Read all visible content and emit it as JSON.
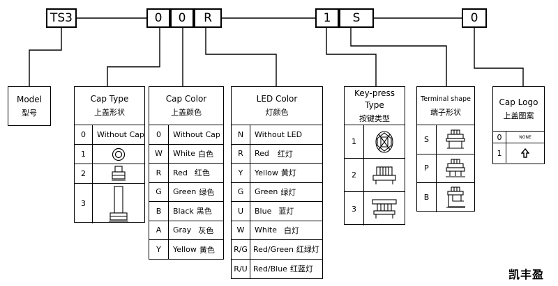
{
  "code": {
    "series": "TS3",
    "cap_type_digit": "0",
    "cap_color_digit": "0",
    "led_color_code": "R",
    "keypress_digit": "1",
    "terminal_code": "S",
    "logo_digit": "0"
  },
  "model": {
    "en": "Model",
    "zh": "型号"
  },
  "cap_type": {
    "en": "Cap Type",
    "zh": "上盖形状",
    "rows": [
      {
        "code": "0",
        "label": "Without Cap"
      },
      {
        "code": "1",
        "icon": "round-cap-icon"
      },
      {
        "code": "2",
        "icon": "short-cap-icon"
      },
      {
        "code": "3",
        "icon": "tall-cap-icon"
      }
    ]
  },
  "cap_color": {
    "en": "Cap Color",
    "zh": "上盖颜色",
    "rows": [
      {
        "code": "0",
        "label": "Without Cap",
        "zh": ""
      },
      {
        "code": "W",
        "label": "White",
        "zh": "白色"
      },
      {
        "code": "R",
        "label": "Red",
        "zh": "红色"
      },
      {
        "code": "G",
        "label": "Green",
        "zh": "绿色"
      },
      {
        "code": "B",
        "label": "Black",
        "zh": "黑色"
      },
      {
        "code": "A",
        "label": "Gray",
        "zh": "灰色"
      },
      {
        "code": "Y",
        "label": "Yellow",
        "zh": "黄色"
      }
    ]
  },
  "led_color": {
    "en": "LED Color",
    "zh": "灯颜色",
    "rows": [
      {
        "code": "N",
        "label": "Without LED",
        "zh": ""
      },
      {
        "code": "R",
        "label": "Red",
        "zh": "红灯"
      },
      {
        "code": "Y",
        "label": "Yellow",
        "zh": "黄灯"
      },
      {
        "code": "G",
        "label": "Green",
        "zh": "绿灯"
      },
      {
        "code": "U",
        "label": "Blue",
        "zh": "蓝灯"
      },
      {
        "code": "W",
        "label": "White",
        "zh": "白灯"
      },
      {
        "code": "R/G",
        "label": "Red/Green",
        "zh": "红绿灯"
      },
      {
        "code": "R/U",
        "label": "Red/Blue",
        "zh": "红蓝灯"
      }
    ]
  },
  "keypress": {
    "en": "Key-press Type",
    "zh": "按键类型",
    "rows": [
      {
        "code": "1",
        "icon": "keypress-type-1-icon"
      },
      {
        "code": "2",
        "icon": "keypress-type-2-icon"
      },
      {
        "code": "3",
        "icon": "keypress-type-3-icon"
      }
    ]
  },
  "terminal": {
    "en": "Terminal shape",
    "zh": "端子形状",
    "rows": [
      {
        "code": "S",
        "icon": "terminal-s-icon"
      },
      {
        "code": "P",
        "icon": "terminal-p-icon"
      },
      {
        "code": "B",
        "icon": "terminal-b-icon"
      }
    ]
  },
  "logo": {
    "en": "Cap Logo",
    "zh": "上盖图案",
    "rows": [
      {
        "code": "0",
        "label": "NONE"
      },
      {
        "code": "1",
        "icon": "arrow-up-logo-icon"
      }
    ]
  },
  "watermark": "凯丰盈"
}
